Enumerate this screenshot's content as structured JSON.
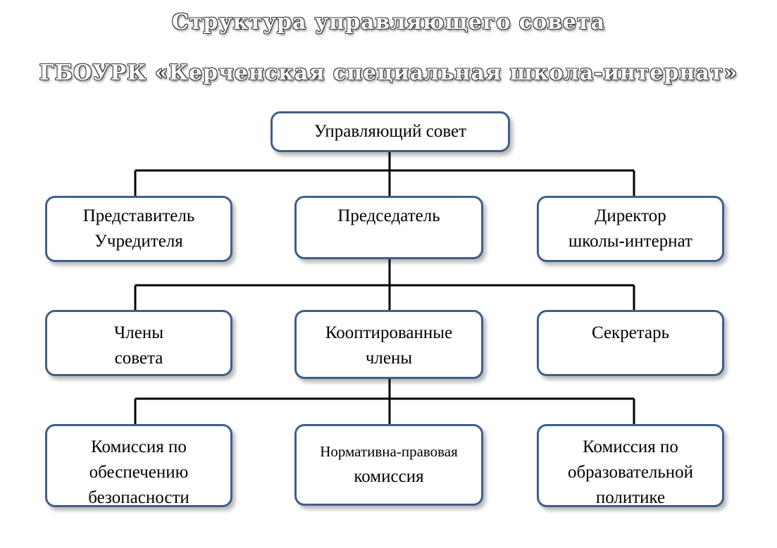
{
  "header": {
    "title": "Структура управляющего совета",
    "subtitle": "ГБОУРК «Керченская специальная школа-интернат»"
  },
  "nodes": {
    "council": {
      "lines": [
        "Управляющий совет"
      ]
    },
    "founder_rep": {
      "lines": [
        "Представитель",
        "Учредителя"
      ]
    },
    "chairman": {
      "lines": [
        "Председатель"
      ]
    },
    "director": {
      "lines": [
        "Директор",
        "школы-интернат"
      ]
    },
    "members": {
      "lines": [
        "Члены",
        "совета"
      ]
    },
    "coopted": {
      "lines": [
        "Кооптированные",
        "члены"
      ]
    },
    "secretary": {
      "lines": [
        "Секретарь"
      ]
    },
    "safety_commission": {
      "lines": [
        "Комиссия по",
        "обеспечению",
        "безопасности"
      ]
    },
    "legal_commission": {
      "lines": [
        "Нормативна-правовая",
        "комиссия"
      ]
    },
    "education_commission": {
      "lines": [
        "Комиссия по",
        "образовательной",
        "политике"
      ]
    }
  },
  "colors": {
    "box_border": "#3f5f8a",
    "connector": "#000000"
  }
}
